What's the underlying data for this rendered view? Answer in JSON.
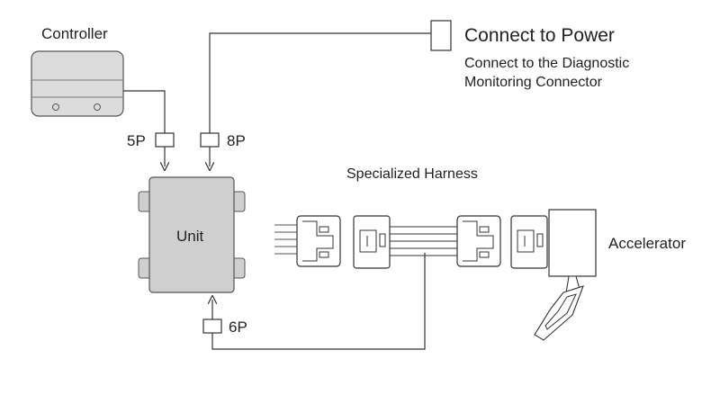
{
  "labels": {
    "controller": "Controller",
    "connect_power": "Connect to Power",
    "diagnostic_line1": "Connect to the Diagnostic",
    "diagnostic_line2": "Monitoring Connector",
    "pin_5p": "5P",
    "pin_8p": "8P",
    "pin_6p": "6P",
    "unit": "Unit",
    "specialized_harness": "Specialized Harness",
    "accelerator": "Accelerator"
  },
  "colors": {
    "line": "#333333",
    "component_fill": "#dcdcdc",
    "unit_fill": "#cfcfcf",
    "text": "#222222"
  }
}
